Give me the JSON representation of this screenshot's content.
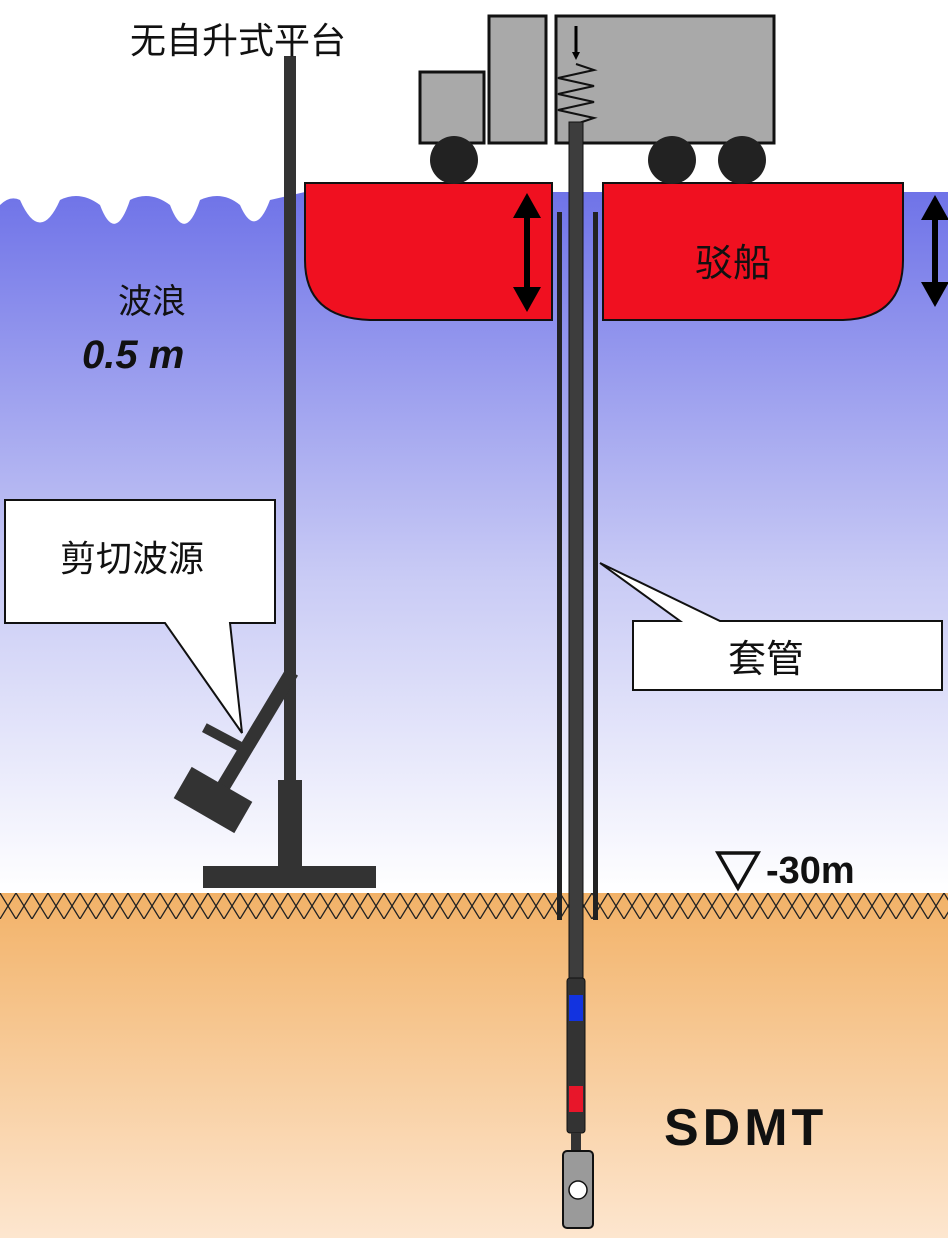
{
  "labels": {
    "platform": "无自升式平台",
    "waves": "波浪",
    "wave_height": "0.5 m",
    "shear_source": "剪切波源",
    "barge": "驳船",
    "casing": "套管",
    "depth": "-30m",
    "probe": "SDMT"
  },
  "colors": {
    "sea_top": "#6f73e8",
    "sea_bottom": "#ffffff",
    "seabed_top": "#f2b268",
    "seabed_bottom": "#fde6cf",
    "barge": "#f01020",
    "truck": "#a9a9a9",
    "steel": "#333333",
    "marker_blue": "#1233e0",
    "marker_red": "#e8162a"
  }
}
